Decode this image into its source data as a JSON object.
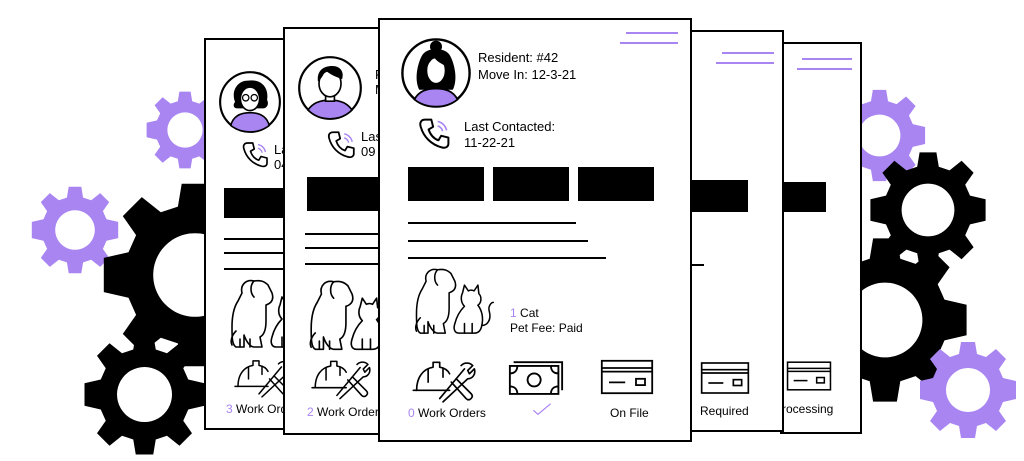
{
  "colors": {
    "accent": "#a985f2",
    "ink": "#000000",
    "paper": "#ffffff"
  },
  "icons": {
    "gear": "gear-icon",
    "avatar": "resident-avatar",
    "phone": "phone-icon",
    "pets": "dog-and-cat-icon",
    "tools": "hardhat-and-wrench-icon",
    "cash": "cash-bill-icon",
    "check": "checkmark-icon",
    "card": "credit-card-icon"
  },
  "front_card": {
    "resident_label": "Resident: #42",
    "move_in_label": "Move In: 12-3-21",
    "last_contacted_label": "Last Contacted:",
    "last_contacted_date": "11-22-21",
    "pet_count": "1",
    "pet_type": "Cat",
    "pet_fee": "Pet Fee: Paid",
    "work_orders_count": "0",
    "work_orders_label": "Work Orders",
    "payment_status": "On File"
  },
  "back_card_2": {
    "last_contacted_partial": "Las",
    "date_partial": "09",
    "resident_partial": "R",
    "move_in_partial": "M",
    "work_orders_count": "2",
    "work_orders_label": "Work Order"
  },
  "back_card_1": {
    "last_contacted_partial": "La",
    "date_partial": "04",
    "work_orders_count": "3",
    "work_orders_label": "Work Orde"
  },
  "right_card_1": {
    "payment_status": "Required"
  },
  "right_card_2": {
    "payment_status": "rocessing"
  }
}
